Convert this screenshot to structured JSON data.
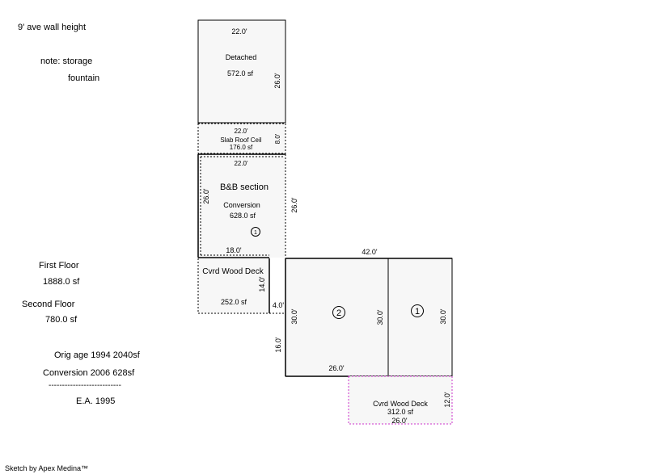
{
  "notes": {
    "wall_height": "9' ave wall height",
    "storage_note": "note: storage",
    "fountain": "fountain",
    "first_floor_label": "First Floor",
    "first_floor_area": "1888.0 sf",
    "second_floor_label": "Second Floor",
    "second_floor_area": "780.0 sf",
    "orig_age": "Orig age 1994  2040sf",
    "conversion": "Conversion 2006  628sf",
    "separator": "---------------------------",
    "effective_age": "E.A. 1995"
  },
  "credit": "Sketch by Apex Medina™",
  "sketch": {
    "detached": {
      "name": "Detached",
      "area": "572.0 sf",
      "top_dim": "22.0'",
      "side_dim": "26.0'"
    },
    "slab_roof": {
      "name": "Slab Roof Ceil",
      "area": "176.0 sf",
      "top_dim": "22.0'",
      "side_dim": "8.0'"
    },
    "bb_section": {
      "name": "B&B section",
      "sub": "Conversion",
      "area": "628.0 sf",
      "top_dim": "22.0'",
      "left_dim": "26.0'",
      "right_dim": "26.0'",
      "bottom_dim": "18.0'",
      "marker": "1"
    },
    "cvrd_deck_left": {
      "name": "Cvrd Wood Deck",
      "area": "252.0 sf",
      "side_dim": "14.0'",
      "bottom_dim": "4.0'"
    },
    "main": {
      "top_dim": "42.0'",
      "left_dim": "30.0'",
      "outer_dim": "16.0'",
      "mid_dim": "30.0'",
      "right_dim": "30.0'",
      "bottom_dim": "26.0'",
      "marker_2": "2",
      "marker_1": "1"
    },
    "cvrd_deck_right": {
      "name": "Cvrd Wood Deck",
      "area": "312.0 sf",
      "side_dim": "12.0'",
      "bottom_dim": "26.0'"
    }
  }
}
